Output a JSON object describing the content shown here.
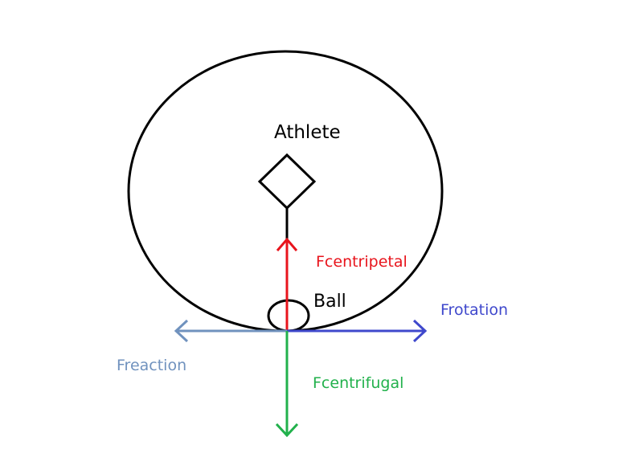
{
  "labels": {
    "athlete": "Athlete",
    "ball": "Ball",
    "centripetal": "Fcentripetal",
    "rotation": "Frotation",
    "reaction": "Freaction",
    "centrifugal": "Fcentrifugal"
  },
  "colors": {
    "outline": "#000000",
    "centripetal": "#e8141c",
    "rotation": "#3f48cc",
    "reaction": "#7092be",
    "centrifugal": "#22b14c"
  }
}
